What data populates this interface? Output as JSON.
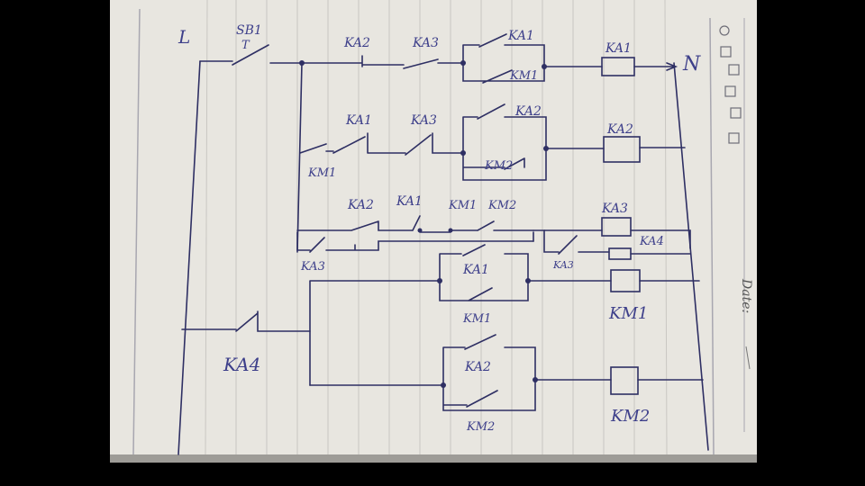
{
  "diagram": {
    "rails": {
      "left": "L",
      "right": "N"
    },
    "sb1": {
      "label": "SB1",
      "sub": "T"
    },
    "row1": {
      "ka2": "KA2",
      "ka3": "KA3",
      "ka1_hold": "KA1",
      "km1_interlock": "KM1",
      "coil": "KA1"
    },
    "row2": {
      "ka1": "KA1",
      "ka3": "KA3",
      "km1": "KM1",
      "ka2_hold": "KA2",
      "km2_interlock": "KM2",
      "coil": "KA2"
    },
    "row3": {
      "ka2": "KA2",
      "ka1": "KA1",
      "km1": "KM1",
      "km2": "KM2",
      "ka3": "KA3",
      "ka3_hold": "KA3",
      "coil_ka3": "KA3",
      "coil_ka4": "KA4"
    },
    "row4": {
      "ka1": "KA1",
      "km1": "KM1",
      "coil": "KM1"
    },
    "row5": {
      "ka2": "KA2",
      "km2": "KM2",
      "coil": "KM2"
    },
    "ka4": {
      "label": "KA4"
    },
    "margin": {
      "date": "Date:"
    }
  }
}
